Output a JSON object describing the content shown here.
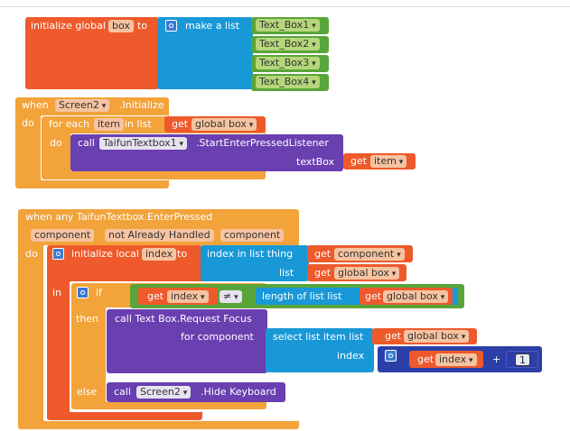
{
  "block1": {
    "init_global": "initialize global",
    "var_name": "box",
    "to": "to",
    "make_a_list": "make a list",
    "items": [
      "Text_Box1",
      "Text_Box2",
      "Text_Box3",
      "Text_Box4"
    ]
  },
  "block2": {
    "when": "when",
    "component": "Screen2",
    "event": ".Initialize",
    "do": "do",
    "for_each": "for each",
    "item_var": "item",
    "in_list": "in list",
    "get": "get",
    "global_box": "global box",
    "do2": "do",
    "call": "call",
    "target": "TaifunTextbox1",
    "method": ".StartEnterPressedListener",
    "textbox_label": "textBox",
    "get2": "get",
    "item_ref": "item"
  },
  "block3": {
    "header": "when any TaifunTextbox.EnterPressed",
    "params": [
      "component",
      "notAlreadyHandled",
      "component"
    ],
    "do": "do",
    "init_local": "initialize local",
    "local_name": "index",
    "to": "to",
    "index_in_list": "index in list  thing",
    "get_component": "get",
    "component_ref": "component",
    "list_label": "list",
    "get_global": "get",
    "global_box": "global box",
    "in": "in",
    "if": "if",
    "get_index": "get",
    "index_ref": "index",
    "neq": "≠",
    "length_of_list": "length of list  list",
    "get_global2": "get",
    "global_box2": "global box",
    "then": "then",
    "call_request": "call Text Box.Request Focus",
    "for_component": "for component",
    "select_list_item": "select list item  list",
    "get_global3": "get",
    "global_box3": "global box",
    "index_label": "index",
    "get_index2": "get",
    "index_ref2": "index",
    "plus": "+",
    "one": "1",
    "else": "else",
    "call_hide": "call",
    "screen_ref": "Screen2",
    "hide_keyboard": ".Hide Keyboard"
  }
}
